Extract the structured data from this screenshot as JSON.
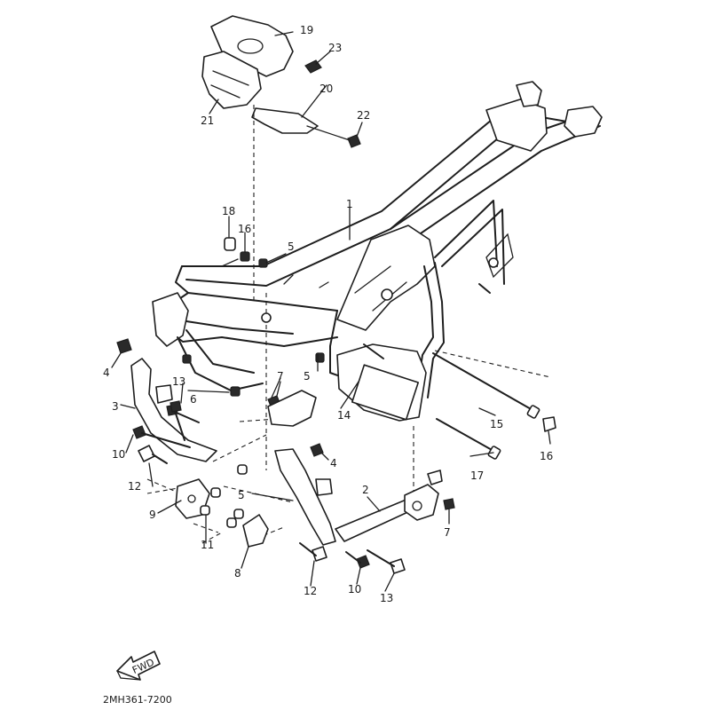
{
  "diagram": {
    "callouts": [
      {
        "id": "c19",
        "text": "19"
      },
      {
        "id": "c23",
        "text": "23"
      },
      {
        "id": "c20",
        "text": "20"
      },
      {
        "id": "c21",
        "text": "21"
      },
      {
        "id": "c22",
        "text": "22"
      },
      {
        "id": "c1",
        "text": "1"
      },
      {
        "id": "c18",
        "text": "18"
      },
      {
        "id": "c16a",
        "text": "16"
      },
      {
        "id": "c5a",
        "text": "5"
      },
      {
        "id": "c4a",
        "text": "4"
      },
      {
        "id": "c13a",
        "text": "13"
      },
      {
        "id": "c6",
        "text": "6"
      },
      {
        "id": "c7a",
        "text": "7"
      },
      {
        "id": "c5b",
        "text": "5"
      },
      {
        "id": "c3",
        "text": "3"
      },
      {
        "id": "c14",
        "text": "14"
      },
      {
        "id": "c15",
        "text": "15"
      },
      {
        "id": "c16b",
        "text": "16"
      },
      {
        "id": "c10a",
        "text": "10"
      },
      {
        "id": "c4b",
        "text": "4"
      },
      {
        "id": "c17",
        "text": "17"
      },
      {
        "id": "c12a",
        "text": "12"
      },
      {
        "id": "c5c",
        "text": "5"
      },
      {
        "id": "c2",
        "text": "2"
      },
      {
        "id": "c9",
        "text": "9"
      },
      {
        "id": "c11",
        "text": "11"
      },
      {
        "id": "c7b",
        "text": "7"
      },
      {
        "id": "c8",
        "text": "8"
      },
      {
        "id": "c12b",
        "text": "12"
      },
      {
        "id": "c10b",
        "text": "10"
      },
      {
        "id": "c13b",
        "text": "13"
      }
    ],
    "fwd_label": "FWD",
    "part_code": "2MH361-7200"
  },
  "colors": {
    "ink": "#1e1e1e",
    "paper": "#ffffff"
  }
}
